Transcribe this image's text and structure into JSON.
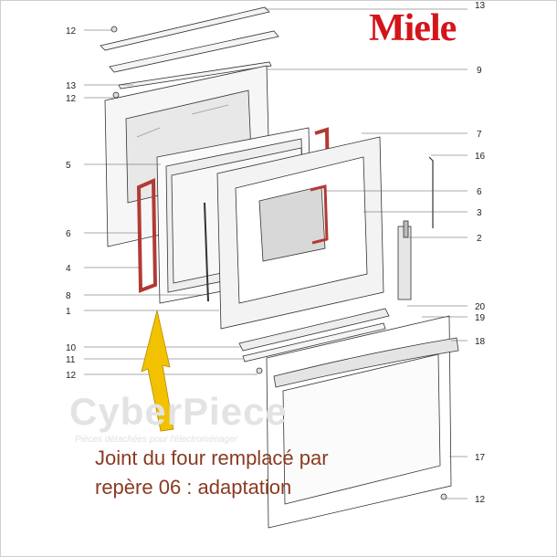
{
  "brand": {
    "name": "Miele",
    "color": "#d3151b"
  },
  "watermark": {
    "name": "CyberPiece",
    "tagline": "Pièces détachées pour l'électroménager"
  },
  "note": {
    "line1": "Joint du four remplacé par",
    "line2": "repère 06 : adaptation",
    "color": "#8a3a22"
  },
  "callouts": {
    "top": "13",
    "left": [
      "12",
      "13",
      "12",
      "5",
      "6",
      "4",
      "8",
      "1",
      "10",
      "11",
      "12"
    ],
    "right": [
      "9",
      "7",
      "16",
      "6",
      "3",
      "2",
      "20",
      "19",
      "18",
      "17",
      "12"
    ]
  },
  "highlight": {
    "gasket_color": "#b33a33",
    "arrow_color": "#f2c200",
    "arrow_icon": "up-arrow-icon"
  }
}
